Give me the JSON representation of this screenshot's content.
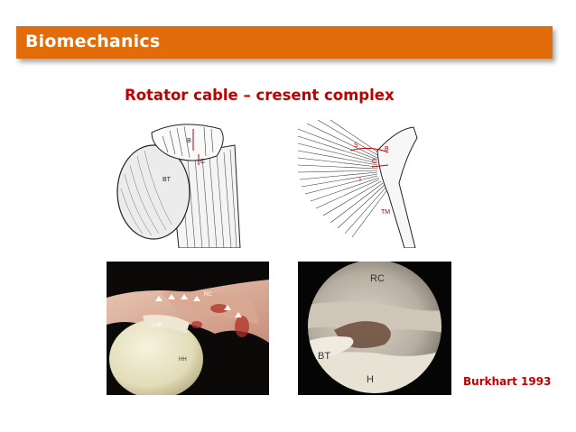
{
  "header": {
    "title": "Biomechanics"
  },
  "subtitle": "Rotator cable – cresent complex",
  "citation": "Burkhart 1993",
  "figures": {
    "drawing_left": {
      "labels": {
        "b": "B",
        "c": "C",
        "bt": "BT"
      }
    },
    "drawing_right": {
      "labels": {
        "s": "S",
        "b": "B",
        "c": "C",
        "i": "I",
        "tm": "TM"
      }
    },
    "photo_left": {
      "labels": {
        "rc": "RC",
        "lhb": "LHB",
        "hh": "HH"
      }
    },
    "photo_right": {
      "labels": {
        "rc": "RC",
        "bt": "BT",
        "h": "H"
      }
    }
  },
  "colors": {
    "header_bg": "#e36c0a",
    "accent_text": "#c00000"
  }
}
